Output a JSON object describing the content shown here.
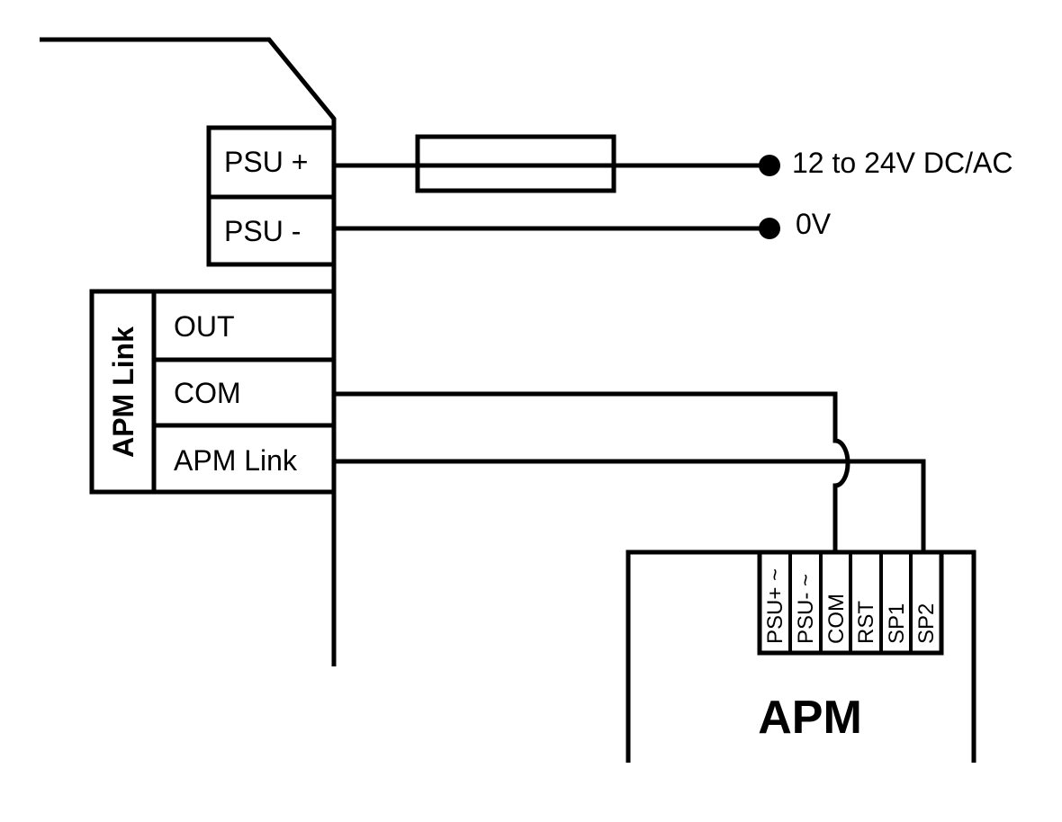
{
  "psu_block": {
    "plus_label": "PSU +",
    "minus_label": "PSU -"
  },
  "supply": {
    "positive_label": "12 to 24V DC/AC",
    "ground_label": "0V"
  },
  "apm_link_block": {
    "side_label": "APM Link",
    "terminals": [
      "OUT",
      "COM",
      "APM Link"
    ]
  },
  "apm_module": {
    "title": "APM",
    "terminals": [
      "PSU+ ~",
      "PSU- ~",
      "COM",
      "RST",
      "SP1",
      "SP2"
    ]
  }
}
